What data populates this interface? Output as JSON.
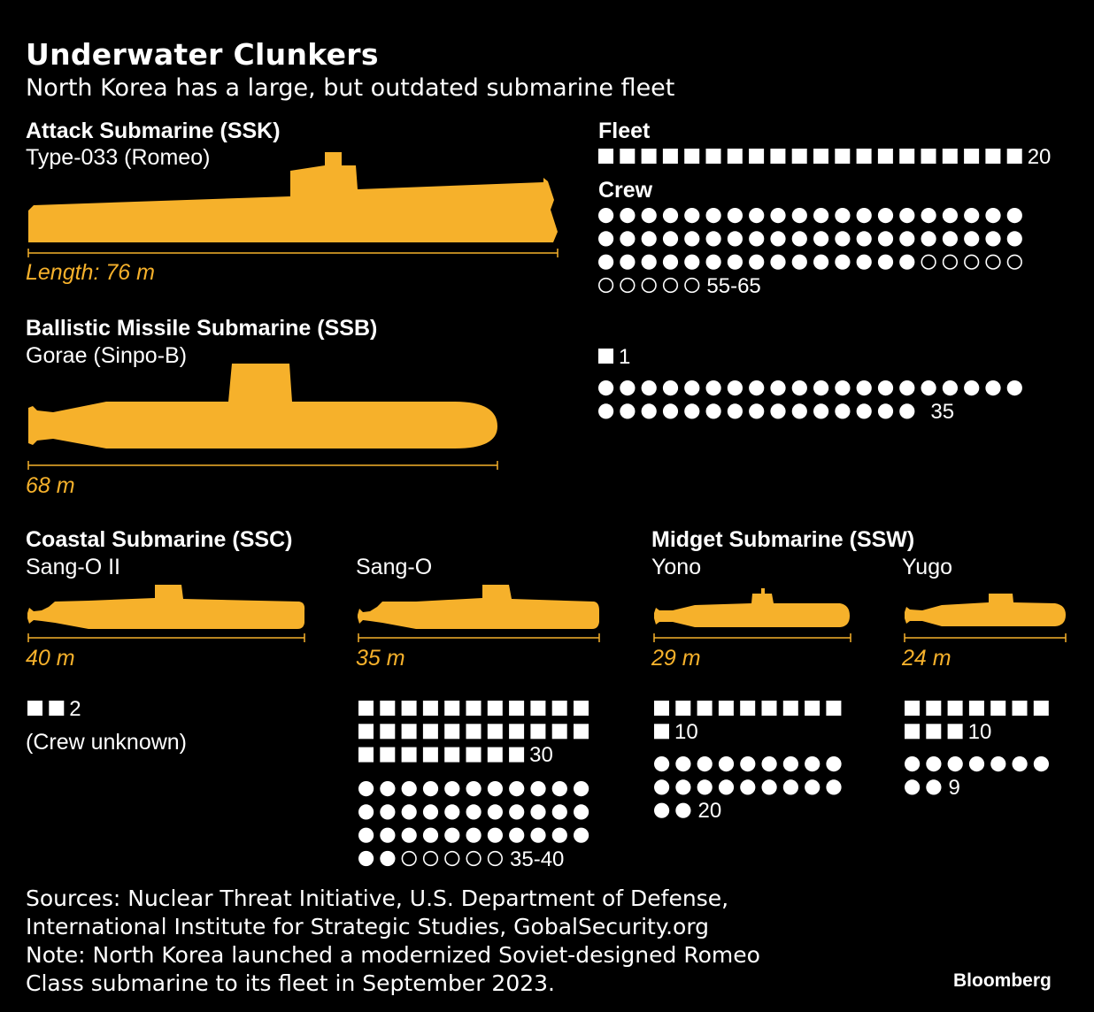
{
  "title": "Underwater Clunkers",
  "subtitle": "North Korea has a large, but outdated submarine fleet",
  "legend": {
    "fleet": "Fleet",
    "crew": "Crew"
  },
  "colors": {
    "background": "#000000",
    "silhouette": "#f6b12b",
    "text": "#ffffff",
    "length_label": "#f6b12b"
  },
  "sections": {
    "ssk": "Attack Submarine (SSK)",
    "ssb": "Ballistic Missile Submarine (SSB)",
    "ssc": "Coastal Submarine (SSC)",
    "ssw": "Midget Submarine (SSW)"
  },
  "chart_data": {
    "type": "table",
    "units": {
      "fleet": "submarines",
      "crew": "people",
      "length": "m"
    },
    "rows": [
      {
        "category": "Attack Submarine (SSK)",
        "model": "Type-033 (Romeo)",
        "length_label": "Length: 76 m",
        "length_m": 76,
        "fleet": 20,
        "fleet_label": "20",
        "crew_min": 55,
        "crew_max": 65,
        "crew_label": "55-65"
      },
      {
        "category": "Ballistic Missile Submarine (SSB)",
        "model": "Gorae (Sinpo-B)",
        "length_label": "68 m",
        "length_m": 68,
        "fleet": 1,
        "fleet_label": "1",
        "crew_min": 35,
        "crew_max": 35,
        "crew_label": "35"
      },
      {
        "category": "Coastal Submarine (SSC)",
        "model": "Sang-O II",
        "length_label": "40 m",
        "length_m": 40,
        "fleet": 2,
        "fleet_label": "2",
        "crew_min": null,
        "crew_max": null,
        "crew_label": "(Crew unknown)"
      },
      {
        "category": "Coastal Submarine (SSC)",
        "model": "Sang-O",
        "length_label": "35 m",
        "length_m": 35,
        "fleet": 30,
        "fleet_label": "30",
        "crew_min": 35,
        "crew_max": 40,
        "crew_label": "35-40"
      },
      {
        "category": "Midget Submarine (SSW)",
        "model": "Yono",
        "length_label": "29 m",
        "length_m": 29,
        "fleet": 10,
        "fleet_label": "10",
        "crew_min": 20,
        "crew_max": 20,
        "crew_label": "20"
      },
      {
        "category": "Midget Submarine (SSW)",
        "model": "Yugo",
        "length_label": "24 m",
        "length_m": 24,
        "fleet": 10,
        "fleet_label": "10",
        "crew_min": 9,
        "crew_max": 9,
        "crew_label": "9"
      }
    ]
  },
  "footer": {
    "sources": "Sources: Nuclear Threat Initiative, U.S. Department of Defense,",
    "sources2": "International Institute for Strategic Studies, GobalSecurity.org",
    "note": "Note: North Korea launched a modernized Soviet-designed Romeo",
    "note2": "Class submarine to its fleet in September 2023.",
    "brand": "Bloomberg"
  }
}
